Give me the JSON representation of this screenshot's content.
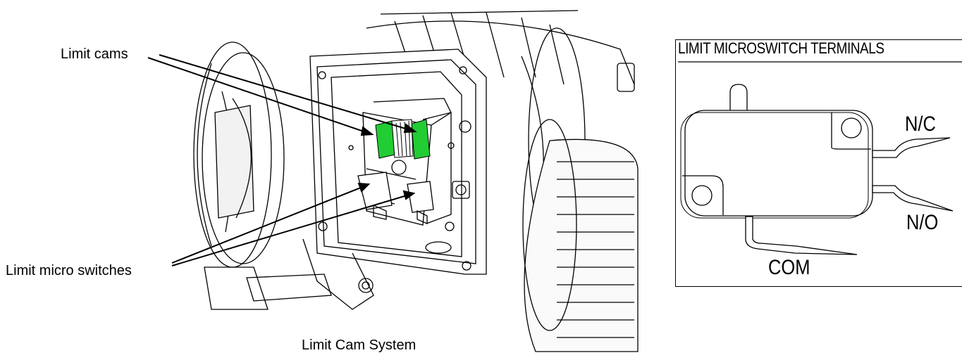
{
  "labels": {
    "limit_cams": "Limit cams",
    "limit_micro_switches": "Limit micro switches",
    "caption": "Limit Cam System"
  },
  "terminals": {
    "title": "LIMIT MICROSWITCH TERMINALS",
    "nc": "N/C",
    "no": "N/O",
    "com": "COM"
  },
  "colors": {
    "cam_green": "#22cc33",
    "line": "#000000",
    "shade": "#c8c8c8"
  }
}
